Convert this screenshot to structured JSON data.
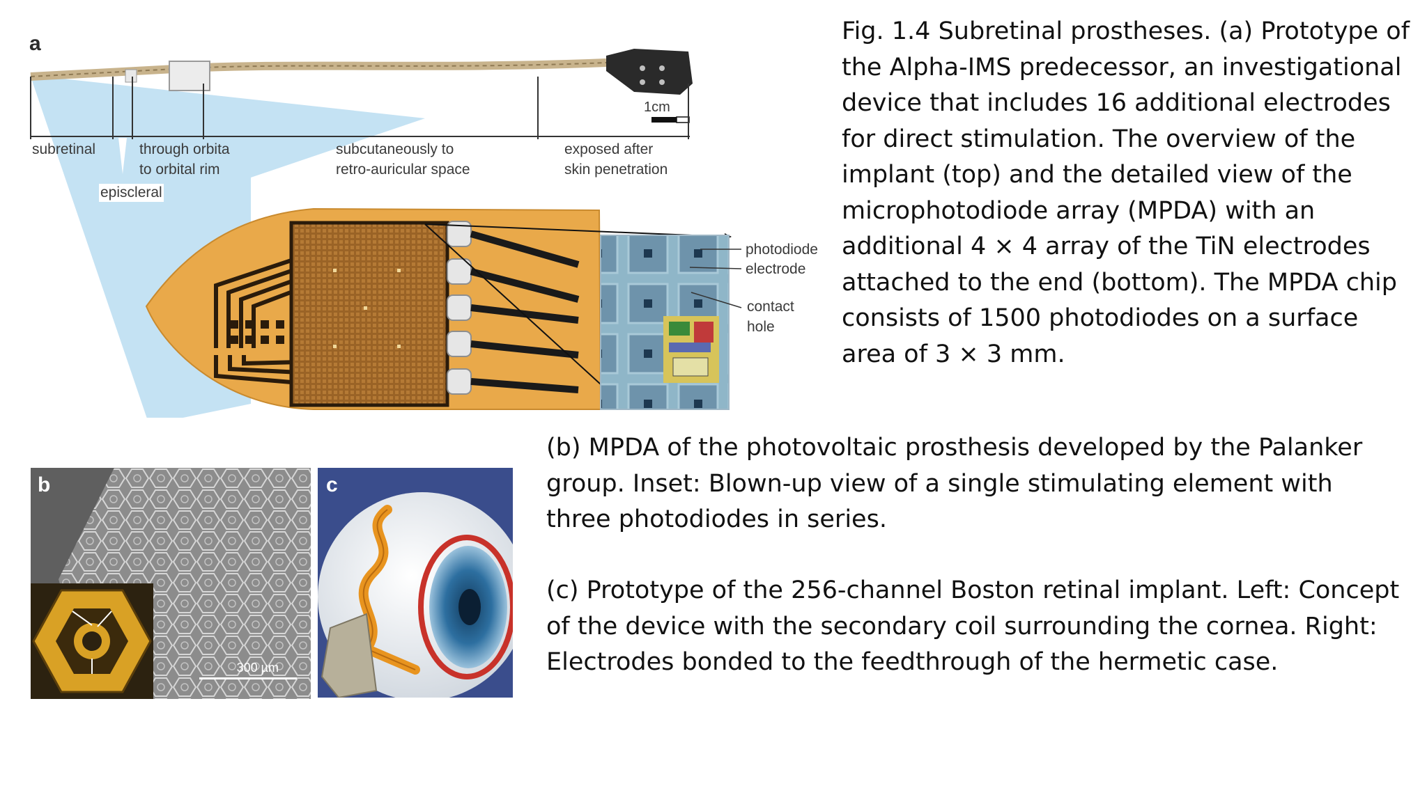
{
  "figure_a": {
    "panel_letter": "a",
    "scale_label": "1cm",
    "labels": {
      "subretinal": "subretinal",
      "through_orbita": "through orbita\nto orbital rim",
      "episcleral": "episcleral",
      "subcutaneously": "subcutaneously to\nretro-auricular space",
      "exposed": "exposed after\nskin penetration",
      "photodiode": "photodiode",
      "electrode": "electrode",
      "contact_hole": "contact\nhole"
    },
    "colors": {
      "flex_board": "#e9a94a",
      "beam": "#bfe0f2",
      "chip": "#a8702c",
      "cable": "#c8b38c"
    }
  },
  "figure_b": {
    "panel_letter": "b",
    "scale_label": "300 µm",
    "colors": {
      "background": "#8e8e8e",
      "inset": "#2c2210",
      "gold": "#d9a125"
    }
  },
  "figure_c": {
    "panel_letter": "c",
    "colors": {
      "background": "#3a4d8c",
      "eye": "#f4f1ec",
      "iris": "#2d6fa0",
      "flex": "#e8941f"
    }
  },
  "caption": {
    "a": "Fig. 1.4 Subretinal prostheses. (a) Prototype of the Alpha-IMS predecessor, an investigational device that includes 16 additional electrodes for direct stimulation. The overview of the implant (top) and the detailed view of the microphotodiode array (MPDA) with an additional 4 × 4 array of the TiN electrodes attached to the end (bottom). The MPDA chip consists of 1500 photodiodes on a surface area of 3 × 3 mm.",
    "b": "(b) MPDA of the photovoltaic prosthesis developed by the Palanker group. Inset: Blown-up view of a single stimulating element with three photodiodes in series.",
    "c": "(c) Prototype of the 256-channel Boston retinal implant. Left: Concept of the device with the secondary coil surrounding the cornea. Right: Electrodes bonded to the feedthrough of the hermetic case."
  }
}
